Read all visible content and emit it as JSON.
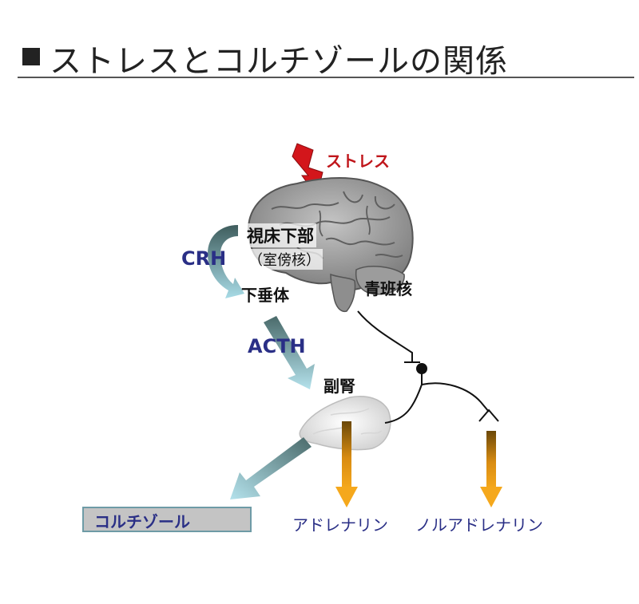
{
  "title": "ストレスとコルチゾールの関係",
  "labels": {
    "stress": "ストレス",
    "hypothalamus": "視床下部",
    "pvn": "（室傍核）",
    "crh": "CRH",
    "pituitary": "下垂体",
    "locus_coeruleus": "青班核",
    "acth": "ACTH",
    "adrenal": "副腎",
    "cortisol": "コルチゾール",
    "adrenaline": "アドレナリン",
    "noradrenaline": "ノルアドレナリン"
  },
  "colors": {
    "stress": "#c0161b",
    "hormone_text": "#2a2f86",
    "brain": "#9a9a9a",
    "adrenal_arrow": "#f0a01e",
    "cortisol_box": "#c4c4c4"
  }
}
